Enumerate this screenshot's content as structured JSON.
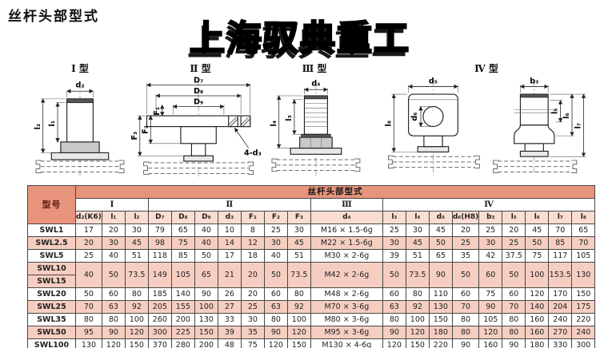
{
  "page": {
    "title": "丝杆头部型式",
    "watermark": "上海驭典重工"
  },
  "colors": {
    "header_bg": "#e8947c",
    "subheader_bg": "#fbdcd1",
    "row_alt_bg": "#f6cec1",
    "table_border": "#474747",
    "header_text": "#5c1d0d"
  },
  "diagrams": [
    {
      "label": "Ⅰ 型",
      "dims": [
        "d₂",
        "l₁",
        "l₂"
      ]
    },
    {
      "label": "Ⅱ 型",
      "dims": [
        "D₇",
        "D₈",
        "D₉",
        "F₁",
        "F₂",
        "F₃",
        "4-d₃"
      ]
    },
    {
      "label": "Ⅲ 型",
      "dims": [
        "d₄",
        "l₃",
        "l₄"
      ]
    },
    {
      "label": "Ⅳ 型",
      "dims": [
        "d₅",
        "d₆",
        "l₈",
        "b₃",
        "l₅",
        "l₆",
        "l₇"
      ]
    }
  ],
  "table": {
    "title": "丝杆头部型式",
    "model_header": "型号",
    "groups": [
      {
        "label": "Ⅰ",
        "span": 3
      },
      {
        "label": "Ⅱ",
        "span": 7
      },
      {
        "label": "Ⅲ",
        "span": 1
      },
      {
        "label": "Ⅳ",
        "span": 9
      }
    ],
    "columns": [
      "d₂(K6)",
      "l₁",
      "l₂",
      "D₇",
      "D₈",
      "D₉",
      "d₃",
      "F₁",
      "F₂",
      "F₃",
      "d₄",
      "l₃",
      "l₄",
      "d₅",
      "d₆(H8)",
      "b₃",
      "l₅",
      "l₆",
      "l₇",
      "l₈"
    ],
    "row_groups": [
      {
        "models": [
          "SWL1"
        ],
        "shaded": false,
        "values": [
          "17",
          "20",
          "30",
          "79",
          "65",
          "40",
          "10",
          "8",
          "25",
          "30",
          "M16 × 1.5-6g",
          "25",
          "30",
          "45",
          "20",
          "25",
          "20",
          "45",
          "70",
          "65"
        ]
      },
      {
        "models": [
          "SWL2.5"
        ],
        "shaded": true,
        "values": [
          "20",
          "30",
          "45",
          "98",
          "75",
          "40",
          "14",
          "12",
          "30",
          "45",
          "M22 × 1.5-6g",
          "30",
          "45",
          "50",
          "25",
          "30",
          "25",
          "50",
          "85",
          "70"
        ]
      },
      {
        "models": [
          "SWL5"
        ],
        "shaded": false,
        "values": [
          "25",
          "40",
          "51",
          "118",
          "85",
          "50",
          "17",
          "18",
          "40",
          "51",
          "M30 × 2-6g",
          "39",
          "51",
          "65",
          "35",
          "42",
          "37.5",
          "75",
          "117",
          "105"
        ]
      },
      {
        "models": [
          "SWL10",
          "SWL15"
        ],
        "shaded": true,
        "values": [
          "40",
          "50",
          "73.5",
          "149",
          "105",
          "65",
          "21",
          "20",
          "50",
          "73.5",
          "M42 × 2-6g",
          "50",
          "73.5",
          "90",
          "50",
          "60",
          "50",
          "100",
          "153.5",
          "130"
        ]
      },
      {
        "models": [
          "SWL20"
        ],
        "shaded": false,
        "values": [
          "50",
          "60",
          "80",
          "185",
          "140",
          "90",
          "26",
          "20",
          "60",
          "80",
          "M48 × 2-6g",
          "60",
          "80",
          "110",
          "60",
          "75",
          "60",
          "120",
          "170",
          "150"
        ]
      },
      {
        "models": [
          "SWL25"
        ],
        "shaded": true,
        "values": [
          "70",
          "63",
          "92",
          "205",
          "155",
          "100",
          "27",
          "25",
          "63",
          "92",
          "M70 × 3-6g",
          "63",
          "92",
          "130",
          "70",
          "90",
          "70",
          "140",
          "204",
          "175"
        ]
      },
      {
        "models": [
          "SWL35"
        ],
        "shaded": false,
        "values": [
          "80",
          "80",
          "100",
          "260",
          "200",
          "130",
          "33",
          "30",
          "80",
          "100",
          "M80 × 3-6g",
          "80",
          "100",
          "150",
          "80",
          "105",
          "80",
          "160",
          "240",
          "220"
        ]
      },
      {
        "models": [
          "SWL50"
        ],
        "shaded": true,
        "values": [
          "95",
          "90",
          "120",
          "300",
          "225",
          "150",
          "39",
          "35",
          "90",
          "120",
          "M95 × 3-6g",
          "90",
          "120",
          "180",
          "80",
          "120",
          "80",
          "160",
          "270",
          "240"
        ]
      },
      {
        "models": [
          "SWL100"
        ],
        "shaded": false,
        "values": [
          "130",
          "120",
          "150",
          "370",
          "280",
          "200",
          "48",
          "75",
          "120",
          "150",
          "M130 × 4-6g",
          "120",
          "150",
          "220",
          "90",
          "160",
          "90",
          "180",
          "330",
          "300"
        ]
      }
    ]
  }
}
